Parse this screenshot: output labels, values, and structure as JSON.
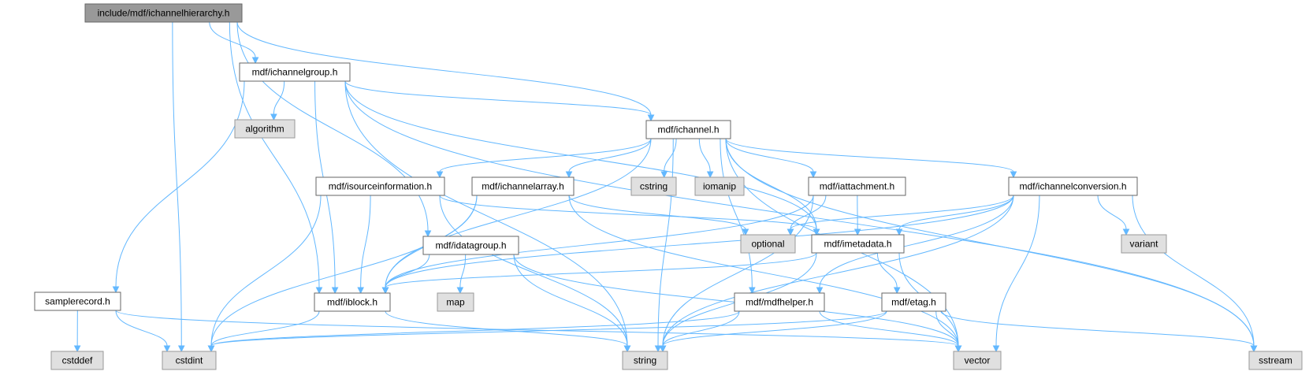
{
  "colors": {
    "edge": "#63b8ff",
    "root_fill": "#999999",
    "root_border": "#666666",
    "internal_fill": "#ffffff",
    "internal_border": "#666666",
    "system_fill": "#e0e0e0",
    "system_border": "#999999"
  },
  "nodes": [
    {
      "id": "root",
      "label": "include/mdf/ichannelhierarchy.h",
      "kind": "root"
    },
    {
      "id": "ichannelgroup",
      "label": "mdf/ichannelgroup.h",
      "kind": "internal"
    },
    {
      "id": "algorithm",
      "label": "algorithm",
      "kind": "system"
    },
    {
      "id": "ichannel",
      "label": "mdf/ichannel.h",
      "kind": "internal"
    },
    {
      "id": "isourceinformation",
      "label": "mdf/isourceinformation.h",
      "kind": "internal"
    },
    {
      "id": "ichannelarray",
      "label": "mdf/ichannelarray.h",
      "kind": "internal"
    },
    {
      "id": "cstring",
      "label": "cstring",
      "kind": "system"
    },
    {
      "id": "iomanip",
      "label": "iomanip",
      "kind": "system"
    },
    {
      "id": "iattachment",
      "label": "mdf/iattachment.h",
      "kind": "internal"
    },
    {
      "id": "ichannelconversion",
      "label": "mdf/ichannelconversion.h",
      "kind": "internal"
    },
    {
      "id": "idatagroup",
      "label": "mdf/idatagroup.h",
      "kind": "internal"
    },
    {
      "id": "optional",
      "label": "optional",
      "kind": "system"
    },
    {
      "id": "imetadata",
      "label": "mdf/imetadata.h",
      "kind": "internal"
    },
    {
      "id": "variant",
      "label": "variant",
      "kind": "system"
    },
    {
      "id": "samplerecord",
      "label": "samplerecord.h",
      "kind": "internal"
    },
    {
      "id": "iblock",
      "label": "mdf/iblock.h",
      "kind": "internal"
    },
    {
      "id": "map",
      "label": "map",
      "kind": "system"
    },
    {
      "id": "mdfhelper",
      "label": "mdf/mdfhelper.h",
      "kind": "internal"
    },
    {
      "id": "etag",
      "label": "mdf/etag.h",
      "kind": "internal"
    },
    {
      "id": "cstddef",
      "label": "cstddef",
      "kind": "system"
    },
    {
      "id": "cstdint",
      "label": "cstdint",
      "kind": "system"
    },
    {
      "id": "string",
      "label": "string",
      "kind": "system"
    },
    {
      "id": "vector",
      "label": "vector",
      "kind": "system"
    },
    {
      "id": "sstream",
      "label": "sstream",
      "kind": "system"
    }
  ],
  "edges": [
    [
      "root",
      "ichannelgroup"
    ],
    [
      "root",
      "ichannel"
    ],
    [
      "root",
      "idatagroup"
    ],
    [
      "root",
      "iblock"
    ],
    [
      "root",
      "cstdint"
    ],
    [
      "ichannelgroup",
      "algorithm"
    ],
    [
      "ichannelgroup",
      "ichannel"
    ],
    [
      "ichannelgroup",
      "samplerecord"
    ],
    [
      "ichannelgroup",
      "iblock"
    ],
    [
      "ichannelgroup",
      "imetadata"
    ],
    [
      "ichannelgroup",
      "string"
    ],
    [
      "ichannelgroup",
      "sstream"
    ],
    [
      "ichannel",
      "isourceinformation"
    ],
    [
      "ichannel",
      "ichannelarray"
    ],
    [
      "ichannel",
      "cstring"
    ],
    [
      "ichannel",
      "iomanip"
    ],
    [
      "ichannel",
      "iattachment"
    ],
    [
      "ichannel",
      "ichannelconversion"
    ],
    [
      "ichannel",
      "iblock"
    ],
    [
      "ichannel",
      "imetadata"
    ],
    [
      "ichannel",
      "mdfhelper"
    ],
    [
      "ichannel",
      "string"
    ],
    [
      "ichannel",
      "vector"
    ],
    [
      "ichannel",
      "sstream"
    ],
    [
      "isourceinformation",
      "iblock"
    ],
    [
      "isourceinformation",
      "imetadata"
    ],
    [
      "isourceinformation",
      "cstdint"
    ],
    [
      "isourceinformation",
      "string"
    ],
    [
      "ichannelarray",
      "iblock"
    ],
    [
      "ichannelarray",
      "cstdint"
    ],
    [
      "ichannelarray",
      "optional"
    ],
    [
      "ichannelarray",
      "vector"
    ],
    [
      "iattachment",
      "iblock"
    ],
    [
      "iattachment",
      "imetadata"
    ],
    [
      "iattachment",
      "optional"
    ],
    [
      "iattachment",
      "string"
    ],
    [
      "ichannelconversion",
      "iblock"
    ],
    [
      "ichannelconversion",
      "imetadata"
    ],
    [
      "ichannelconversion",
      "optional"
    ],
    [
      "ichannelconversion",
      "variant"
    ],
    [
      "ichannelconversion",
      "mdfhelper"
    ],
    [
      "ichannelconversion",
      "string"
    ],
    [
      "ichannelconversion",
      "vector"
    ],
    [
      "ichannelconversion",
      "sstream"
    ],
    [
      "idatagroup",
      "iblock"
    ],
    [
      "idatagroup",
      "map"
    ],
    [
      "idatagroup",
      "string"
    ],
    [
      "idatagroup",
      "vector"
    ],
    [
      "imetadata",
      "iblock"
    ],
    [
      "imetadata",
      "etag"
    ],
    [
      "imetadata",
      "string"
    ],
    [
      "imetadata",
      "vector"
    ],
    [
      "samplerecord",
      "cstddef"
    ],
    [
      "samplerecord",
      "cstdint"
    ],
    [
      "samplerecord",
      "vector"
    ],
    [
      "iblock",
      "cstdint"
    ],
    [
      "iblock",
      "string"
    ],
    [
      "mdfhelper",
      "cstdint"
    ],
    [
      "mdfhelper",
      "string"
    ],
    [
      "mdfhelper",
      "vector"
    ],
    [
      "etag",
      "cstdint"
    ],
    [
      "etag",
      "string"
    ],
    [
      "etag",
      "vector"
    ],
    [
      "etag",
      "sstream"
    ]
  ]
}
